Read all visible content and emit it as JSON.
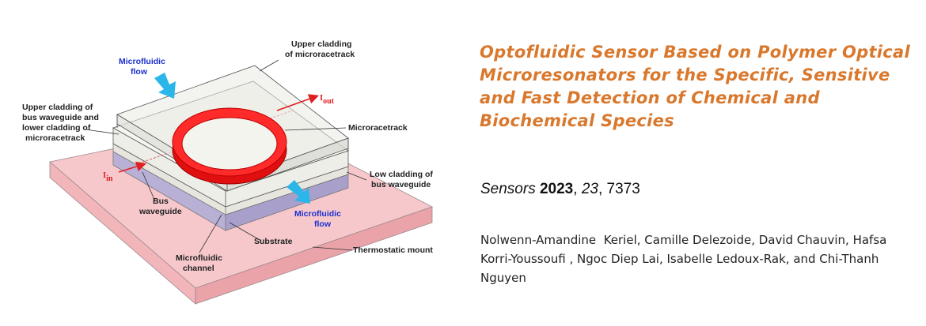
{
  "paper": {
    "title": "Optofluidic Sensor Based on Polymer Optical Microresonators for the Specific, Sensitive and Fast Detection of Chemical and Biochemical Species",
    "journal": "Sensors",
    "year": "2023",
    "volume": "23",
    "article": "7373",
    "authors": "Nolwenn-Amandine  Keriel, Camille Delezoide, David Chauvin, Hafsa Korri-Youssoufi , Ngoc Diep Lai, Isabelle Ledoux-Rak, and Chi-Thanh Nguyen"
  },
  "figure": {
    "labels": {
      "microfluidic_flow_top": [
        "Microfluidic",
        "flow"
      ],
      "upper_cladding_microracetrack": [
        "Upper cladding",
        "of microracetrack"
      ],
      "upper_cladding_bus": [
        "Upper cladding of",
        "bus waveguide and",
        "lower cladding of",
        "microracetrack"
      ],
      "microracetrack": "Microracetrack",
      "low_cladding_bus": [
        "Low cladding of",
        "bus waveguide"
      ],
      "microfluidic_flow_bottom": [
        "Microfluidic",
        "flow"
      ],
      "bus_waveguide": [
        "Bus",
        "waveguide"
      ],
      "substrate": "Substrate",
      "thermostatic_mount": "Thermostatic mount",
      "microfluidic_channel": [
        "Microfluidic",
        "channel"
      ],
      "i_in": "I",
      "i_in_sub": "in",
      "i_out": "I",
      "i_out_sub": "out"
    },
    "colors": {
      "mount": "#f6c8cc",
      "substrate": "#b9b0d6",
      "cladding": "#f1f1ec",
      "racetrack": "#ff1a1a",
      "flow_arrow": "#2ab6e8",
      "beam": "#e02020",
      "blue_label": "#1a2fcf",
      "title": "#d9782d"
    }
  }
}
